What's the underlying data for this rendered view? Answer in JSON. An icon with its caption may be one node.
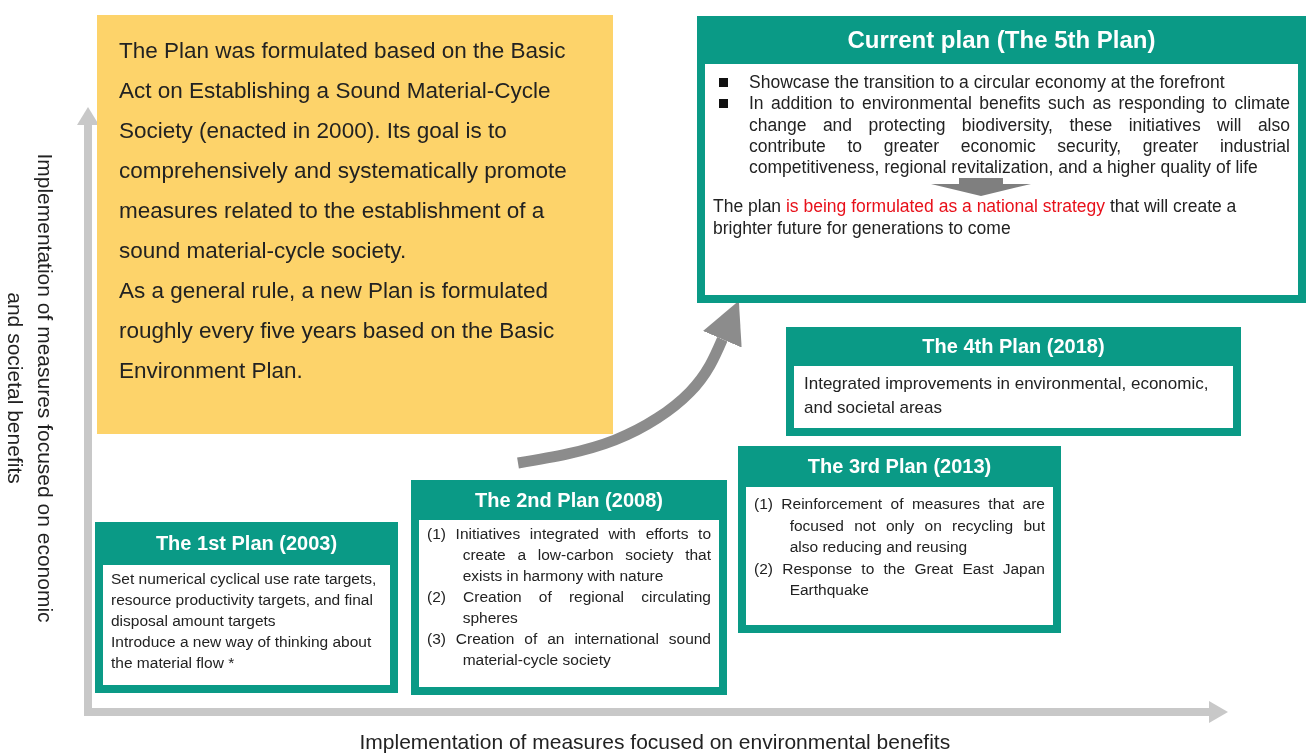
{
  "diagram": {
    "nodes": [
      {
        "text": [
          "The Plan was formulated based on the Basic Act on Establishing a Sound Material-Cycle Society (enacted in 2000). Its goal is to comprehensively and systematically promote measures related to the establishment of a sound material-cycle society.",
          "As a general rule, a new Plan is formulated roughly every five years based on the Basic Environment Plan."
        ]
      },
      {
        "text": [
          "Current plan (The 5th Plan)",
          "Showcase the transition to a circular economy at the forefront",
          "In addition to environmental benefits such as responding to climate change and protecting biodiversity, these initiatives will also contribute to greater economic security, greater industrial competitiveness, regional revitalization, and a higher quality of life",
          "The plan **is being formulated as a national strategy** that will create a brighter future for generations to come"
        ]
      },
      {
        "text": [
          "The 4th Plan (2018)",
          "Integrated improvements in environmental, economic, and societal areas"
        ]
      },
      {
        "text": [
          "The 3rd Plan (2013)",
          "(1) Reinforcement of measures that are focused not only on recycling but also reducing and reusing",
          "(2) Response to the Great East Japan Earthquake"
        ]
      },
      {
        "text": [
          "The 2nd Plan (2008)",
          "(1) Initiatives integrated with efforts to create a low-carbon society that exists in harmony with nature",
          "(2) Creation of regional circulating spheres",
          "(3) Creation of an international sound material-cycle society"
        ]
      },
      {
        "text": [
          "The 1st Plan (2003)",
          "Set numerical cyclical use rate targets, resource productivity targets, and final disposal amount targets",
          "Introduce a new way of thinking about the material flow *"
        ]
      }
    ],
    "edges": [
      {
        "from": null,
        "to": 1,
        "arrow": "to"
      }
    ],
    "labels": [
      "Implementation of measures focused on economic and societal benefits",
      "Implementation of measures focused on environmental benefits"
    ]
  }
}
